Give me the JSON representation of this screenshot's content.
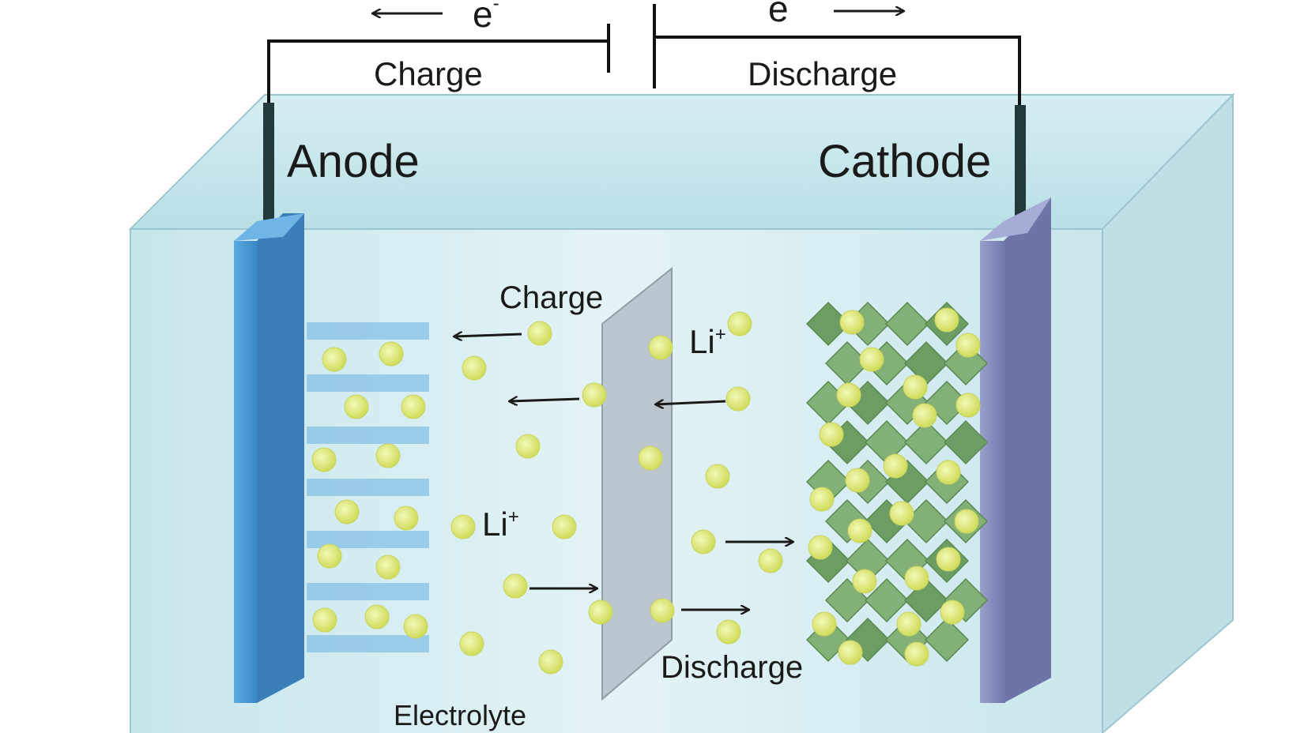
{
  "circuit": {
    "left_electron": "e",
    "left_electron_sup": "-",
    "right_electron": "e",
    "right_electron_sup": "-",
    "charge_label": "Charge",
    "discharge_label": "Discharge"
  },
  "electrodes": {
    "anode_label": "Anode",
    "cathode_label": "Cathode"
  },
  "ions": {
    "charge_label": "Charge",
    "discharge_label": "Discharge",
    "li_right": "Li",
    "li_right_sup": "+",
    "li_left": "Li",
    "li_left_sup": "+"
  },
  "electrolyte_label": "Electrolyte",
  "colors": {
    "electrolyte": "#cfe9ee",
    "anode": "#4a9bd6",
    "cathode": "#8a90c0",
    "separator": "#b6c2cc",
    "cathode_crystal": "#79a86f",
    "lithium_ion": "#dfe87a",
    "wire": "#111111"
  }
}
